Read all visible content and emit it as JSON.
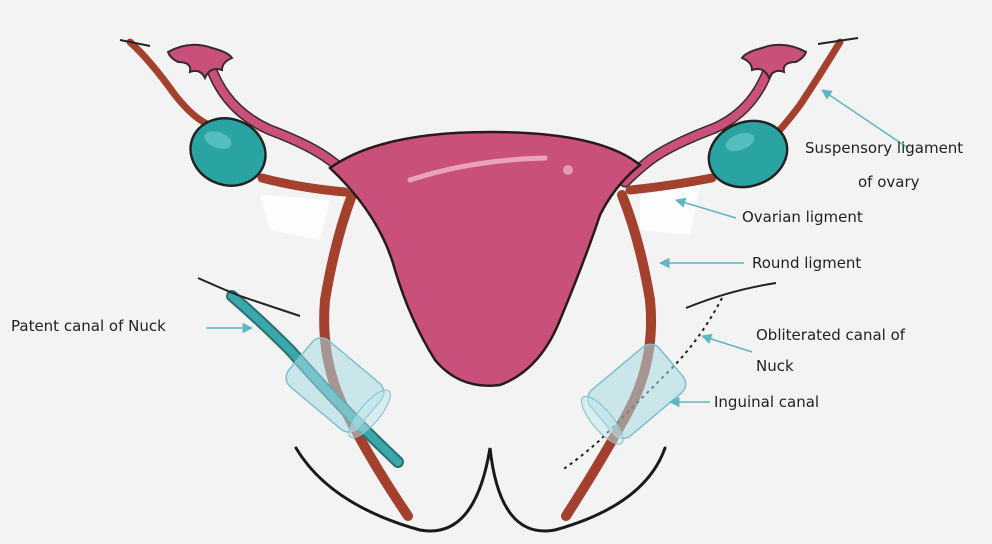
{
  "labels": {
    "suspensory_line1": "Suspensory ligament",
    "suspensory_line2": "of ovary",
    "ovarian": "Ovarian ligment",
    "round": "Round ligment",
    "obliterated_line1": "Obliterated canal of",
    "obliterated_line2": "Nuck",
    "inguinal": "Inguinal canal",
    "patent": "Patent canal of Nuck"
  },
  "colors": {
    "uterus": "#c8507a",
    "ligament": "#a4402e",
    "ovary": "#2aa3a3",
    "canal": "#a8dbe3",
    "arrow": "#5fb6c3"
  }
}
